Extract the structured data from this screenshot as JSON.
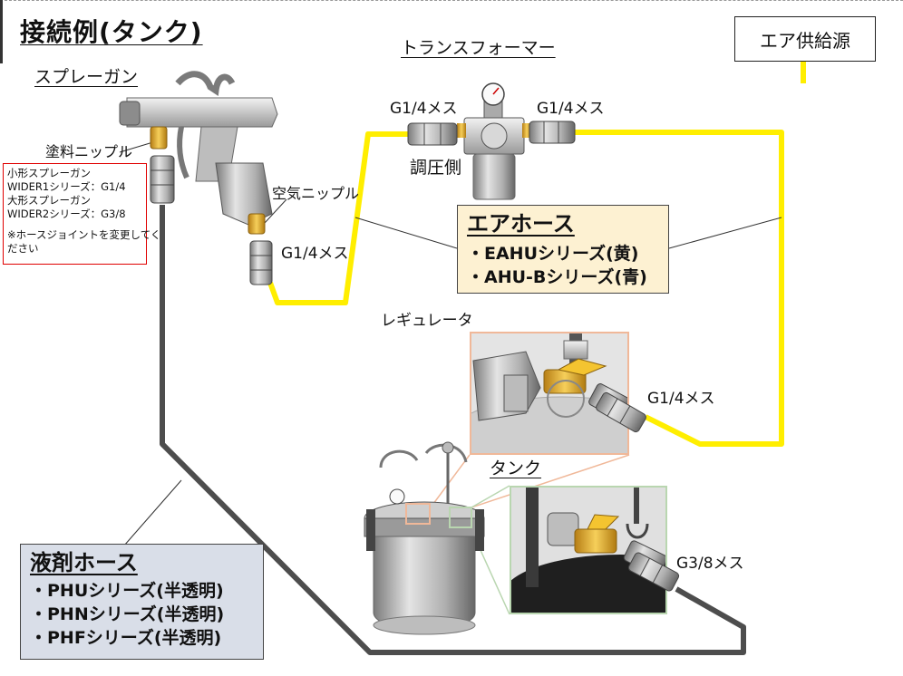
{
  "title": "接続例(タンク)",
  "labels": {
    "spray_gun": "スプレーガン",
    "transformer": "トランスフォーマー",
    "air_source": "エア供給源",
    "paint_nipple": "塗料ニップル",
    "air_nipple": "空気ニップル",
    "g14_gun": "G1/4メス",
    "g14_left": "G1/4メス",
    "g14_right": "G1/4メス",
    "pressure_side": "調圧側",
    "regulator": "レギュレータ",
    "g14_regulator": "G1/4メス",
    "tank": "タンク",
    "g38_tank": "G3/8メス"
  },
  "note": {
    "lines": [
      "小形スプレーガン",
      "WIDER1シリーズ：G1/4",
      "大形スプレーガン",
      "WIDER2シリーズ：G3/8",
      "※ホースジョイントを変更してく",
      "ださい"
    ]
  },
  "air_hose": {
    "heading": "エアホース",
    "items": [
      "・EAHUシリーズ(黄)",
      "・AHU-Bシリーズ(青)"
    ]
  },
  "liquid_hose": {
    "heading": "液剤ホース",
    "items": [
      "・PHUシリーズ(半透明)",
      "・PHNシリーズ(半透明)",
      "・PHFシリーズ(半透明)"
    ]
  },
  "colors": {
    "air_line": "#ffee00",
    "liquid_line": "#4d4d4d",
    "air_box_bg": "#fdf1d2",
    "liquid_box_bg": "#d9dee8",
    "note_border": "#e00000",
    "brass": "#e8b13a"
  }
}
